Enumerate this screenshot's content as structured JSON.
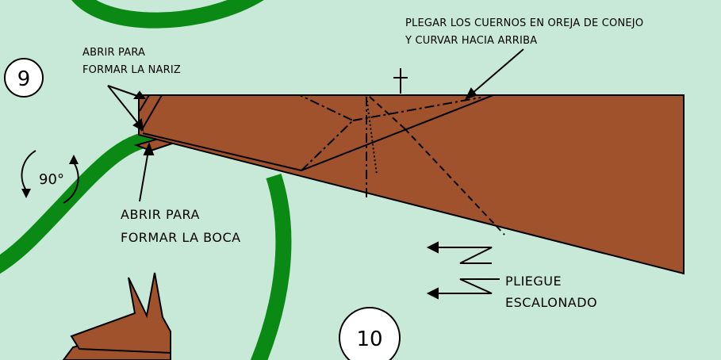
{
  "step_labels": {
    "step_9": "9",
    "step_10": "10"
  },
  "rotation": {
    "label": "90°"
  },
  "annotations": {
    "nose": [
      "ABRIR PARA",
      "FORMAR LA NARIZ"
    ],
    "mouth": [
      "ABRIR PARA",
      "FORMAR LA BOCA"
    ],
    "horns": [
      "PLEGAR LOS CUERNOS EN OREJA DE CONEJO",
      "Y CURVAR HACIA ARRIBA"
    ],
    "pleat": [
      "PLIEGUE",
      "ESCALONADO"
    ]
  },
  "colors": {
    "background": "#c8e8d8",
    "paper": "#a0522d",
    "ribbon": "#0a8a14",
    "outline": "#000000",
    "circle_fill": "#ffffff"
  },
  "symbols": [
    "fold-marker-plus-icon",
    "rotate-arrows-icon",
    "pleat-arrow-icon"
  ]
}
